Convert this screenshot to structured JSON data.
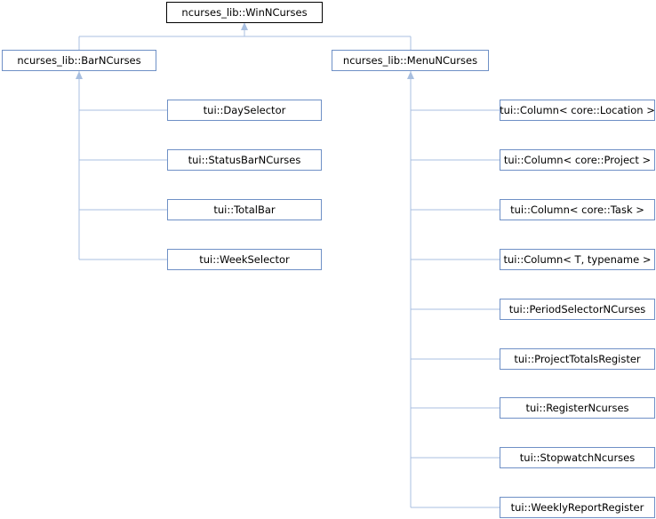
{
  "diagram": {
    "colors": {
      "edge": "#a8bfe0",
      "node_border": "#6f90c6",
      "root_border": "#000000"
    },
    "root": "ncurses_lib::WinNCurses",
    "bar_base": "ncurses_lib::BarNCurses",
    "menu_base": "ncurses_lib::MenuNCurses",
    "bar_children": [
      "tui::DaySelector",
      "tui::StatusBarNCurses",
      "tui::TotalBar",
      "tui::WeekSelector"
    ],
    "menu_children": [
      "tui::Column< core::Location >",
      "tui::Column< core::Project >",
      "tui::Column< core::Task >",
      "tui::Column< T, typename >",
      "tui::PeriodSelectorNCurses",
      "tui::ProjectTotalsRegister",
      "tui::RegisterNcurses",
      "tui::StopwatchNcurses",
      "tui::WeeklyReportRegister"
    ]
  }
}
